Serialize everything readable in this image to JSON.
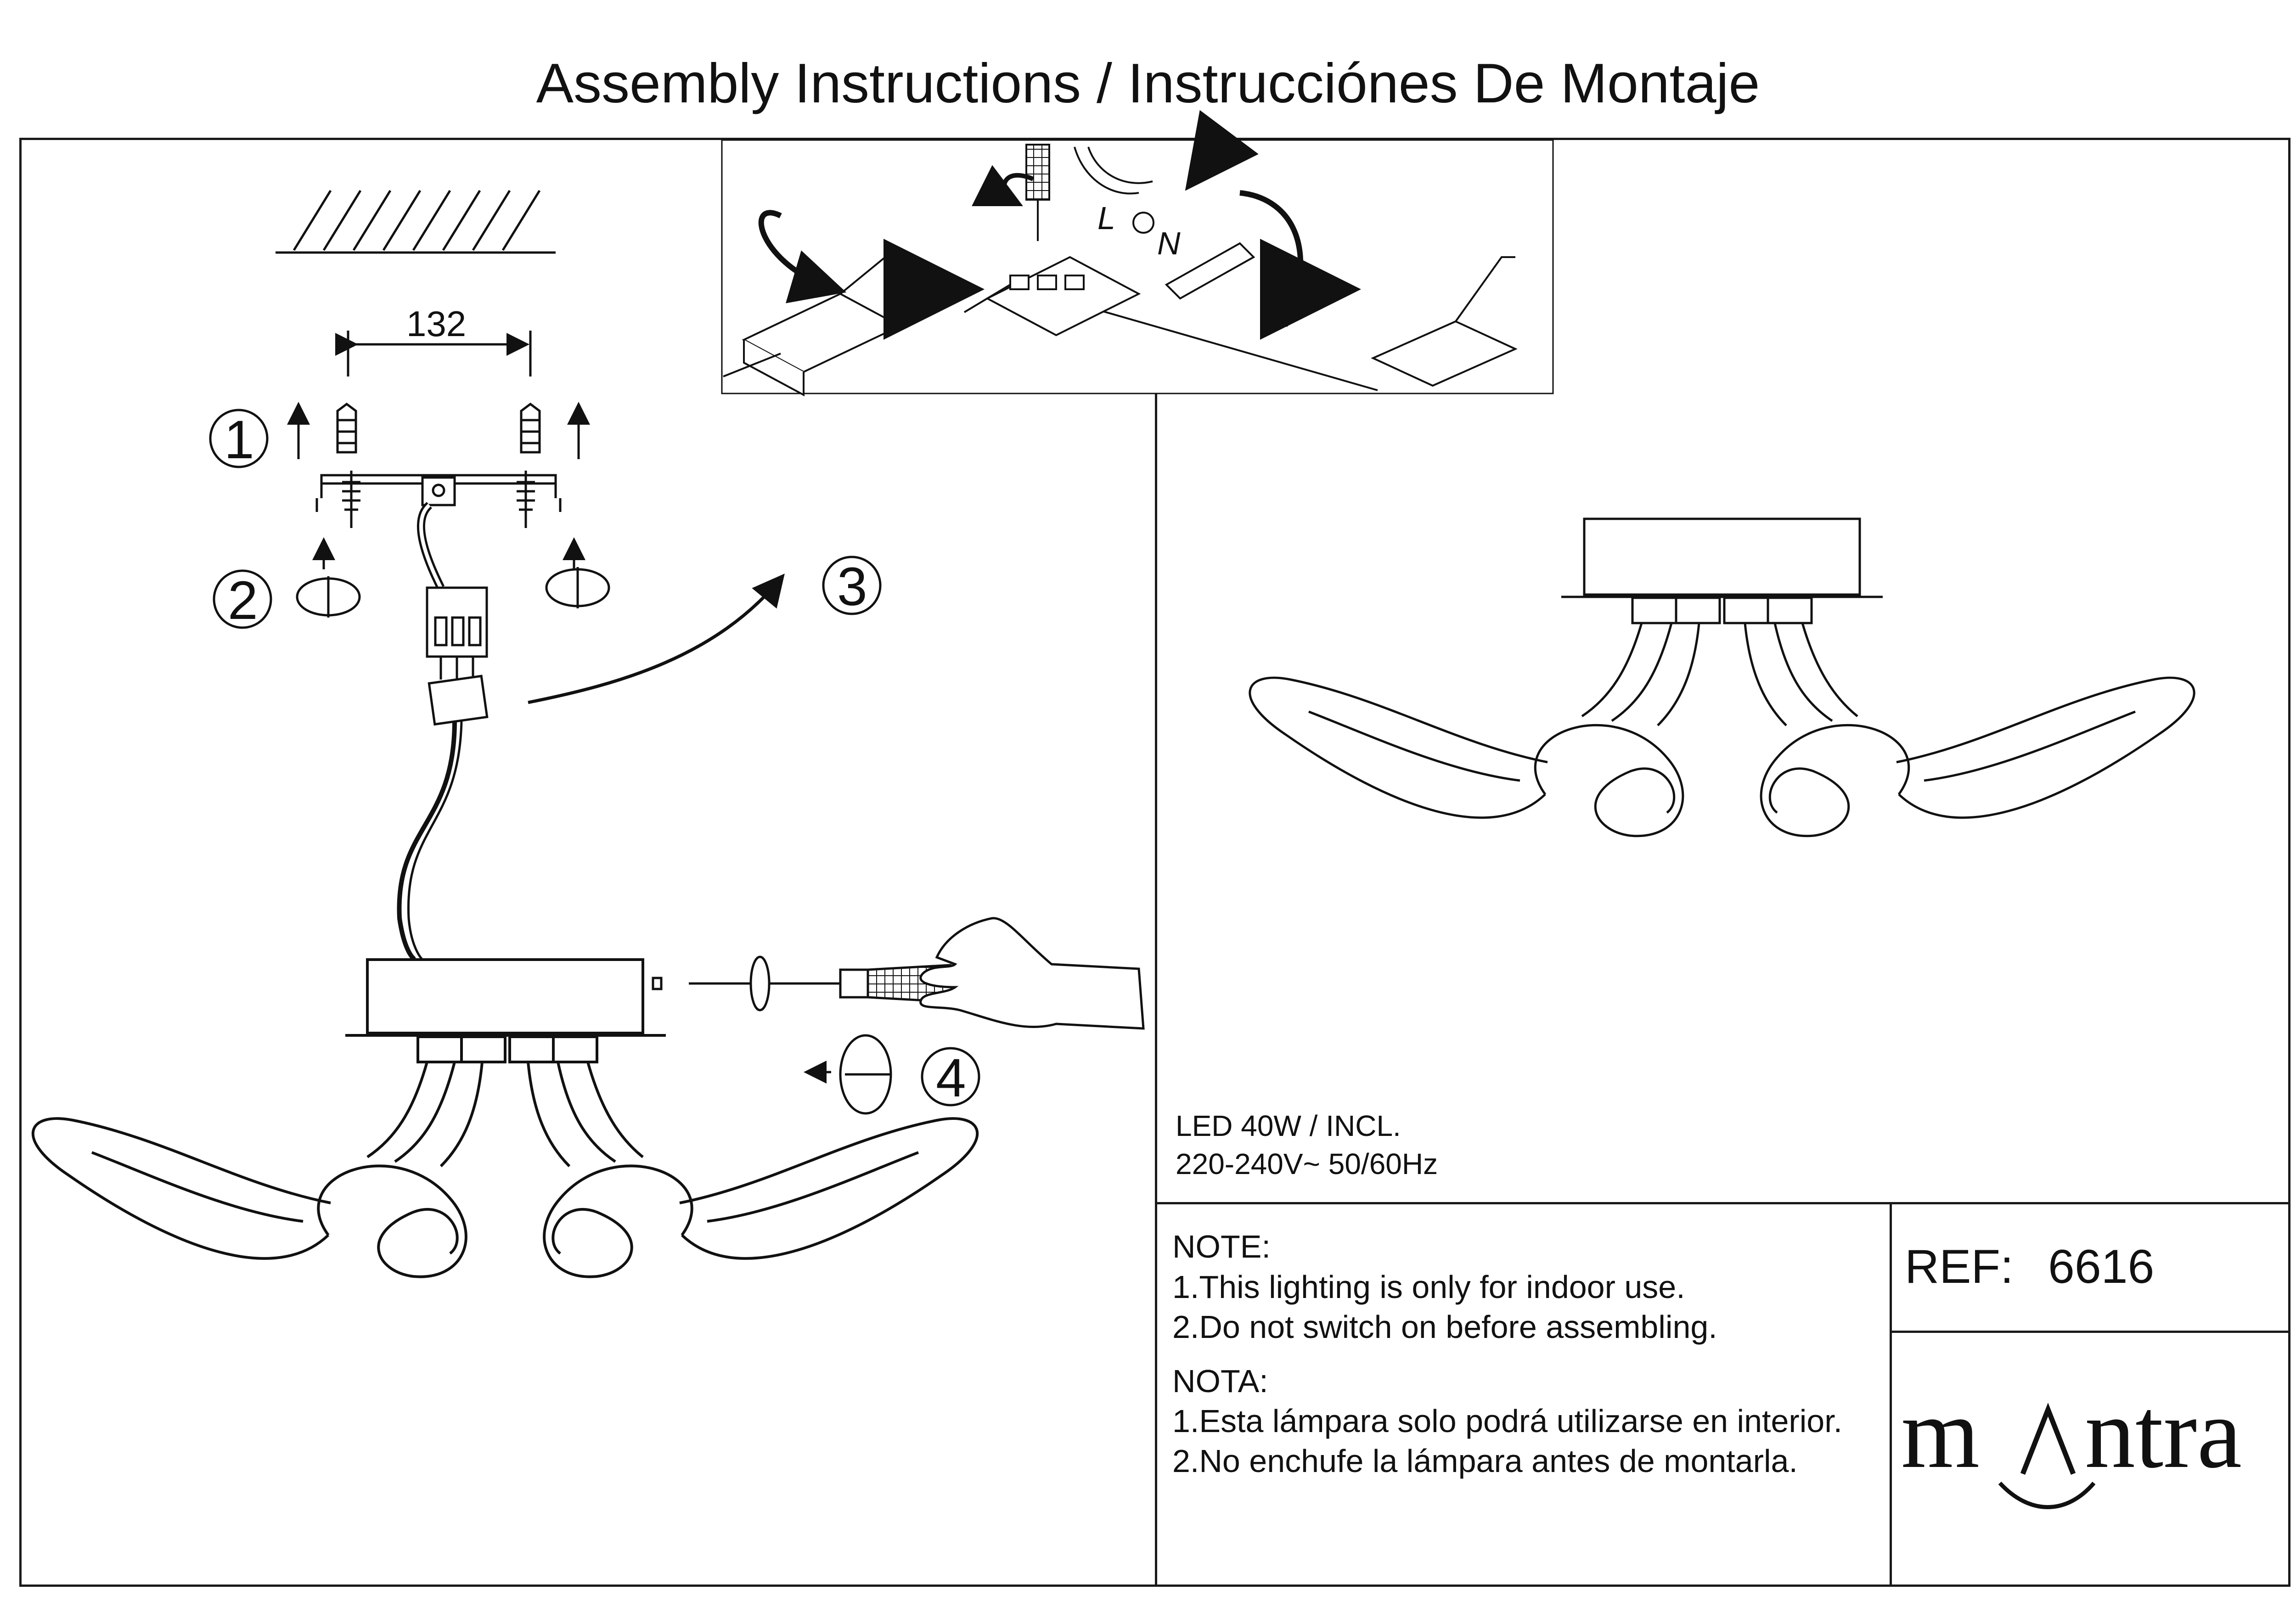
{
  "title": "Assembly Instructions / Instrucciónes De Montaje",
  "dimension_label": "132",
  "steps": [
    "1",
    "2",
    "3",
    "4"
  ],
  "wiring_labels": {
    "live": "L",
    "neutral": "N"
  },
  "specs": {
    "power": "LED   40W / INCL.",
    "voltage": "220-240V~ 50/60Hz"
  },
  "notes": {
    "en_heading": "NOTE:",
    "en_1": "1.This lighting is only for indoor use.",
    "en_2": "2.Do not switch on before assembling.",
    "es_heading": "NOTA:",
    "es_1": "1.Esta lámpara solo podrá utilizarse en interior.",
    "es_2": "2.No enchufe la lámpara antes de montarla."
  },
  "reference": {
    "label": "REF:",
    "value": "6616"
  },
  "brand": {
    "logo_left": "m",
    "logo_right": "ntra"
  },
  "icons": [
    "ceiling-hatch-icon",
    "wall-plug-icon",
    "screw-icon",
    "rotate-arrow-icon",
    "screwdriver-icon",
    "hand-icon",
    "terminal-block-icon",
    "curved-arrow-icon",
    "lamp-icon"
  ]
}
